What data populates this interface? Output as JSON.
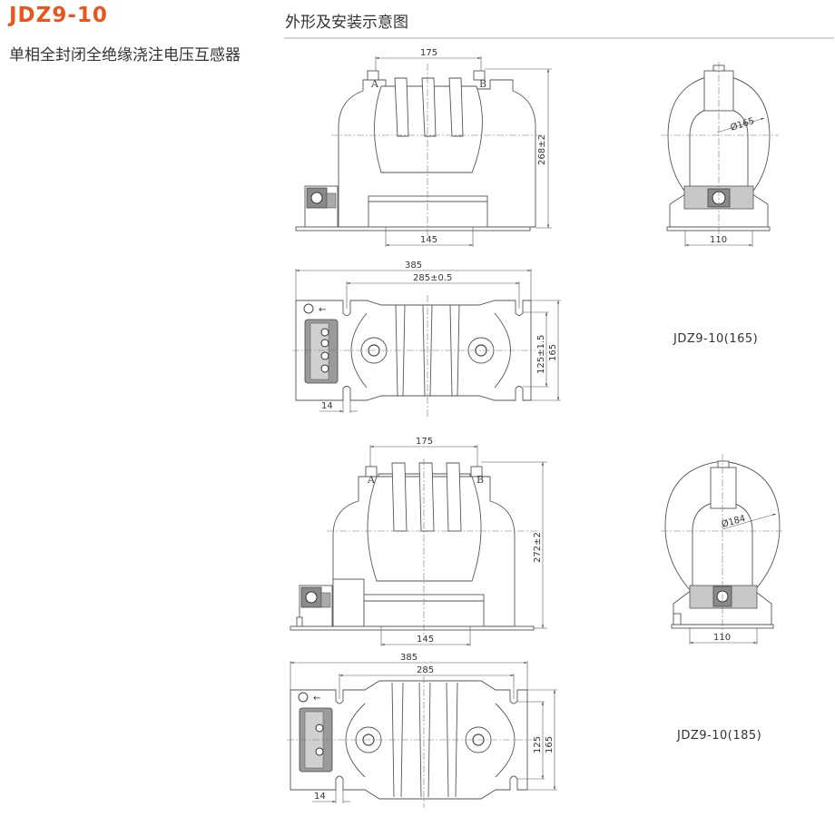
{
  "header": {
    "product_code": "JDZ9-10",
    "product_name": "单相全封闭全绝缘浇注电压互感器"
  },
  "section": {
    "title": "外形及安装示意图"
  },
  "colors": {
    "accent": "#e8561e",
    "text": "#333333",
    "rule": "#d6d6d6",
    "line": "#555555"
  },
  "drawings": [
    {
      "model": "JDZ9-10(165)",
      "front_view": {
        "terminal_spacing": "175",
        "height": "268±2",
        "base_spacing": "145",
        "terminal_a": "A",
        "terminal_b": "B"
      },
      "side_view": {
        "diameter": "Ø165",
        "base_width": "110"
      },
      "top_view": {
        "overall_length": "385",
        "mount_spacing": "285±0.5",
        "mount_width": "125±1.5",
        "overall_width": "165",
        "slot_width": "14",
        "arrow": "←"
      }
    },
    {
      "model": "JDZ9-10(185)",
      "front_view": {
        "terminal_spacing": "175",
        "height": "272±2",
        "base_spacing": "145",
        "terminal_a": "A",
        "terminal_b": "B"
      },
      "side_view": {
        "diameter": "Ø184",
        "base_width": "110"
      },
      "top_view": {
        "overall_length": "385",
        "mount_spacing": "285",
        "mount_width": "125",
        "overall_width": "165",
        "slot_width": "14",
        "arrow": "←"
      }
    }
  ]
}
